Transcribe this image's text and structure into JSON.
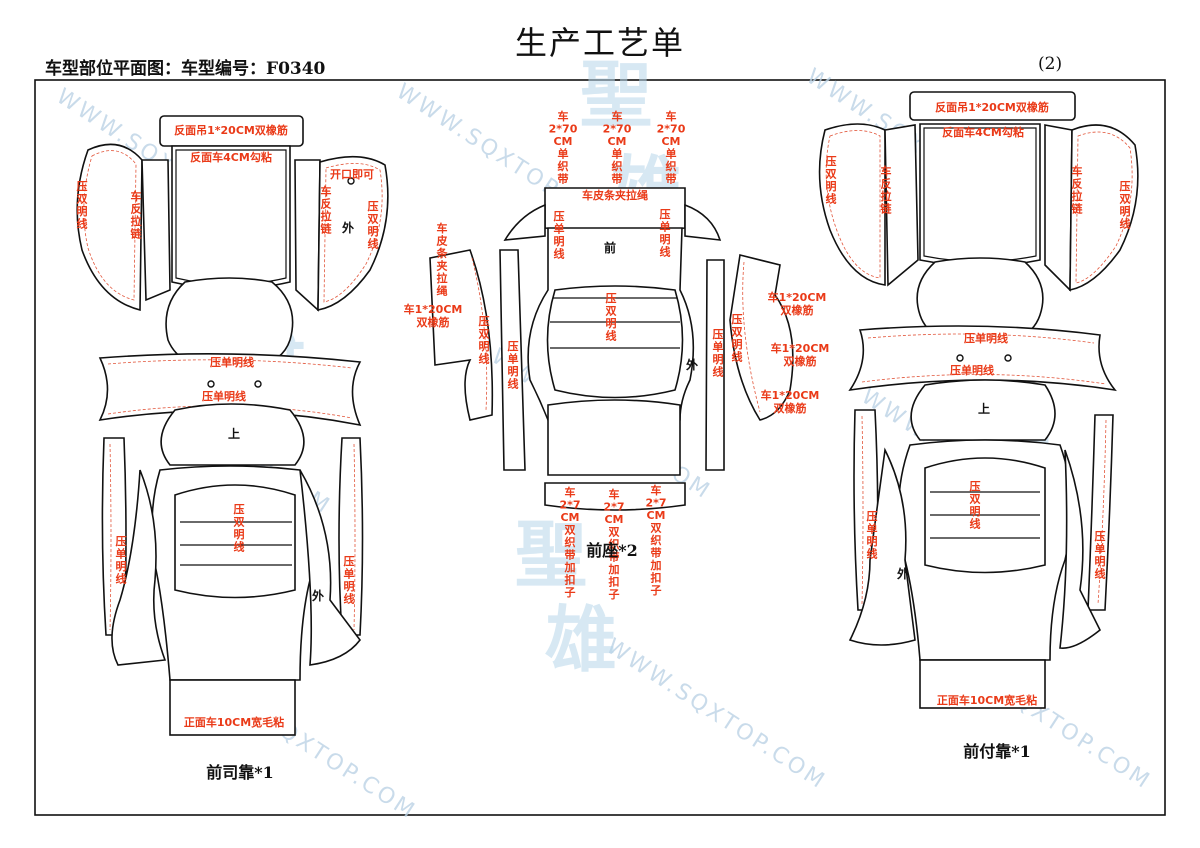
{
  "title": "生产工艺单",
  "subtitle": "车型部位平面图：车型编号：F0340",
  "page_number": "(2)",
  "watermark": {
    "url_text": "WWW.SQXTOP.COM",
    "brand_chars": [
      "聖",
      "奇",
      "雄"
    ]
  },
  "panels": {
    "driver_back": {
      "caption": "前司靠*1",
      "labels": {
        "top_strip": "反面吊1*20CM双橡筋",
        "top_panel": "反面车4CM勾粘",
        "left_wing": "压双明线",
        "left_side": "车反拉链",
        "right_side": "车反拉链",
        "right_wing": "压双明线",
        "open_note": "开口即可",
        "outer_mark": "外",
        "band_upper": "压单明线",
        "band_lower": "压单明线",
        "up_mark": "上",
        "main_center": "压双明线",
        "left_strip": "压单明线",
        "right_strip": "压单明线",
        "outer_mark_2": "外",
        "bottom": "正面车10CM宽毛粘"
      }
    },
    "front_seat": {
      "caption": "前座*2",
      "labels": {
        "belt_1": "车2*70CM单织带",
        "belt_2": "车2*70CM单织带",
        "belt_3": "车2*70CM单织带",
        "top_band": "车皮条夹拉绳",
        "left_inner": "压单明线",
        "right_inner": "压单明线",
        "front_mark": "前",
        "left_flap_top": "车皮条夹拉绳",
        "left_flap_rubber": "车1*20CM双橡筋",
        "left_flap_line": "压双明线",
        "left_side_line": "压单明线",
        "center": "压双明线",
        "outer_mark": "外",
        "right_side_line": "压单明线",
        "right_flap_line": "压双明线",
        "right_rubber_1": "车1*20CM双橡筋",
        "right_rubber_2": "车1*20CM双橡筋",
        "right_rubber_3": "车1*20CM双橡筋",
        "bottom_1": "车2*7CM双织带加扣子",
        "bottom_2": "车2*7CM双织带加扣子",
        "bottom_3": "车2*7CM双织带加扣子"
      }
    },
    "passenger_back": {
      "caption": "前付靠*1",
      "labels": {
        "top_strip": "反面吊1*20CM双橡筋",
        "top_panel": "反面车4CM勾粘",
        "left_wing": "压双明线",
        "left_side": "车反拉链",
        "right_side": "车反拉链",
        "right_wing": "压双明线",
        "band_upper": "压单明线",
        "band_lower": "压单明线",
        "up_mark": "上",
        "main_center": "压双明线",
        "left_strip": "压单明线",
        "right_strip": "压单明线",
        "outer_mark": "外",
        "bottom": "正面车10CM宽毛粘"
      }
    }
  },
  "colors": {
    "annotation": "#ea3a18",
    "outline": "#111111",
    "watermark": "#bcd3e6"
  }
}
